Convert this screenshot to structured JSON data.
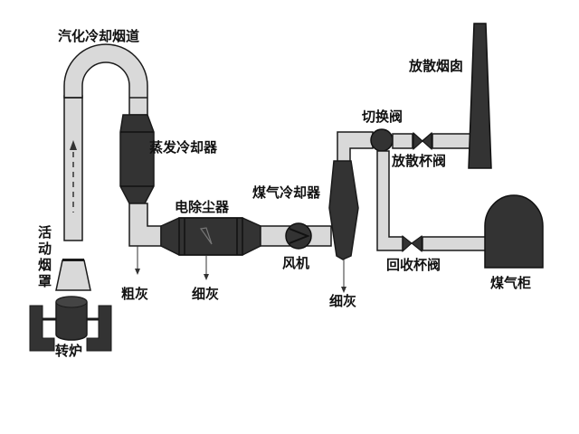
{
  "colors": {
    "pipe_fill": "#d9d9d9",
    "equipment_fill": "#333333",
    "outline": "#1a1a1a",
    "background": "#ffffff"
  },
  "labels": {
    "vaporization_flue": "汽化冷却烟道",
    "evaporative_cooler": "蒸发冷却器",
    "electrostatic_precipitator": "电除尘器",
    "gas_cooler": "煤气冷却器",
    "switch_valve": "切换阀",
    "vent_stack": "放散烟囱",
    "vent_cup_valve": "放散杯阀",
    "recovery_cup_valve": "回收杯阀",
    "gas_holder": "煤气柜",
    "fan": "风机",
    "coarse_ash": "粗灰",
    "fine_ash_1": "细灰",
    "fine_ash_2": "细灰",
    "movable_hood": "活动烟罩",
    "converter": "转炉"
  }
}
